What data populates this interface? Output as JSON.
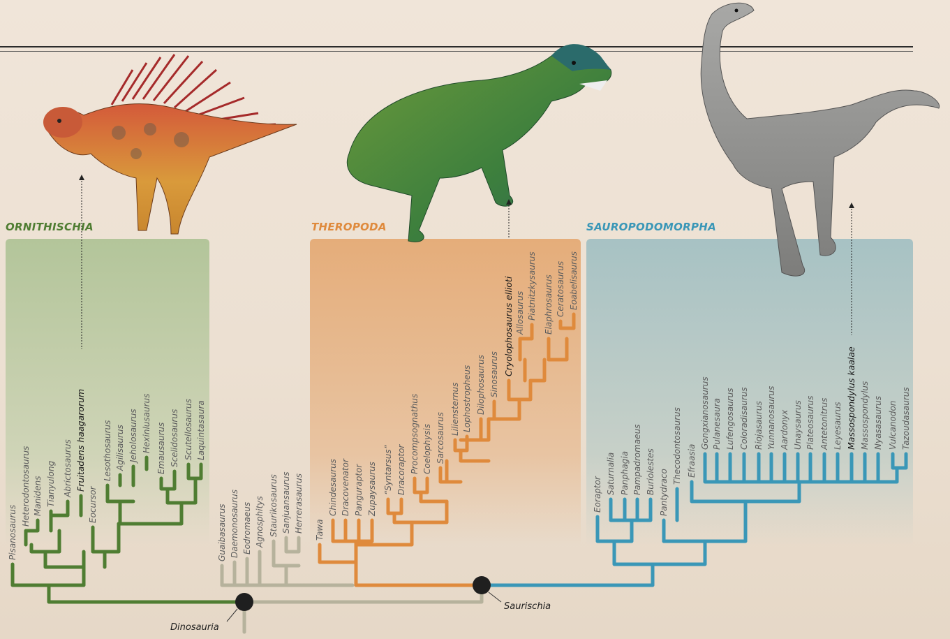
{
  "clades": {
    "ornithischia": {
      "label": "ORNITHISCHIA",
      "color": "#4f7d32",
      "panel": "#b6c79c"
    },
    "theropoda": {
      "label": "THEROPODA",
      "color": "#df8a3c",
      "panel": "#e6b07f"
    },
    "sauropodomorpha": {
      "label": "SAUROPODOMORPHA",
      "color": "#3a97b7",
      "panel": "#aac3c5"
    },
    "basal": {
      "color": "#b6b29c"
    }
  },
  "taxa": {
    "ornithischia": [
      "Pisanosaurus",
      "Heterodontosaurus",
      "Manidens",
      "Tianyulong",
      "Abrictosaurus",
      "Fruitadens haagarorum",
      "Eocursor",
      "Lesothosaurus",
      "Agilisaurus",
      "Jeholosaurus",
      "Hexinlusaurus",
      "Emausaurus",
      "Scelidosaurus",
      "Scutellosaurus",
      "Laquintasaura"
    ],
    "basal": [
      "Guaibasaurus",
      "Daemonosaurus",
      "Eodromaeus",
      "Agnosphitys",
      "Staurikosaurus",
      "Sanjuansaurus",
      "Herrerasaurus"
    ],
    "theropoda": [
      "Tawa",
      "Chindesaurus",
      "Dracovenator",
      "Panguraptor",
      "Zupaysaurus",
      "“Syntarsus”",
      "Dracoraptor",
      "Procompsognathus",
      "Coelophysis",
      "Sarcosaurus",
      "Liliensternus",
      "Lophostropheus",
      "Dilophosaurus",
      "Sinosaurus",
      "Cryolophosaurus ellioti",
      "Allosaurus",
      "Piatnitzkysaurus",
      "Elaphrosaurus",
      "Ceratosaurus",
      "Eoabelisaurus"
    ],
    "sauropodomorpha": [
      "Eoraptor",
      "Saturnalia",
      "Panphagia",
      "Pampadromaeus",
      "Buriolestes",
      "Pantydraco",
      "Thecodontosaurus",
      "Efraasia",
      "Gongxianosaurus",
      "Pulanesaura",
      "Lufengosaurus",
      "Coloradisaurus",
      "Riojasaurus",
      "Yunnanosaurus",
      "Aardonyx",
      "Unaysaurus",
      "Plateosaurus",
      "Antetonitrus",
      "Leyesaurus",
      "Massospondylus kaalae",
      "Massospondylus",
      "Nyasasaurus",
      "Vulcanodon",
      "Tazoudasaurus"
    ]
  },
  "highlighted": [
    "Fruitadens haagarorum",
    "Cryolophosaurus ellioti",
    "Massospondylus kaalae"
  ],
  "node_labels": {
    "dinosauria": "Dinosauria",
    "saurischia": "Saurischia"
  }
}
